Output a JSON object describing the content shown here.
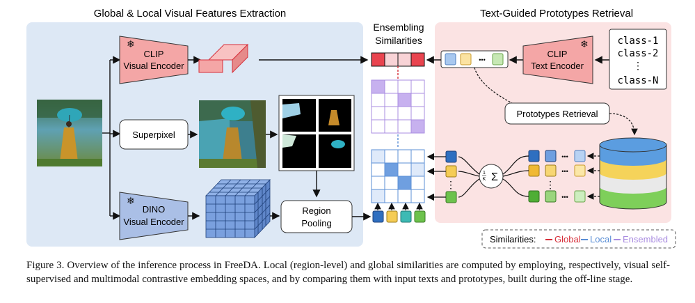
{
  "figure": {
    "section_left_title": "Global & Local Visual Features Extraction",
    "section_right_title": "Text-Guided Prototypes Retrieval",
    "ensembling_title_line1": "Ensembling",
    "ensembling_title_line2": "Similarities",
    "clip_visual_line1": "CLIP",
    "clip_visual_line2": "Visual Encoder",
    "clip_text_line1": "CLIP",
    "clip_text_line2": "Text Encoder",
    "dino_line1": "DINO",
    "dino_line2": "Visual Encoder",
    "superpixel": "Superpixel",
    "region_pooling_line1": "Region",
    "region_pooling_line2": "Pooling",
    "prototypes_retrieval": "Prototypes Retrieval",
    "classes": [
      "class-1",
      "class-2",
      "class-N"
    ],
    "dots": "⋮",
    "hdots": "•••",
    "sum_symbol": "Σ",
    "sum_frac_num": "1",
    "sum_frac_den": "K",
    "legend": {
      "label": "Similarities:",
      "global": "Global",
      "local": "Local",
      "ensembled": "Ensembled"
    },
    "colors": {
      "global": "#d62f3a",
      "local": "#5b8fd6",
      "ensembled": "#a98ce0",
      "left_panel": "#dde8f5",
      "right_panel": "#fbe3e3",
      "clip_fill": "#f4a6a6",
      "dino_fill": "#aabfe6"
    },
    "icons": [
      "snowflake-icon",
      "database-icon",
      "image-icon"
    ]
  },
  "caption": {
    "label": "Figure 3.",
    "text": "Overview of the inference process in FreeDA. Local (region-level) and global similarities are computed by employing, respectively, visual self-supervised and multimodal contrastive embedding spaces, and by comparing them with input texts and prototypes, built during the off-line stage."
  }
}
